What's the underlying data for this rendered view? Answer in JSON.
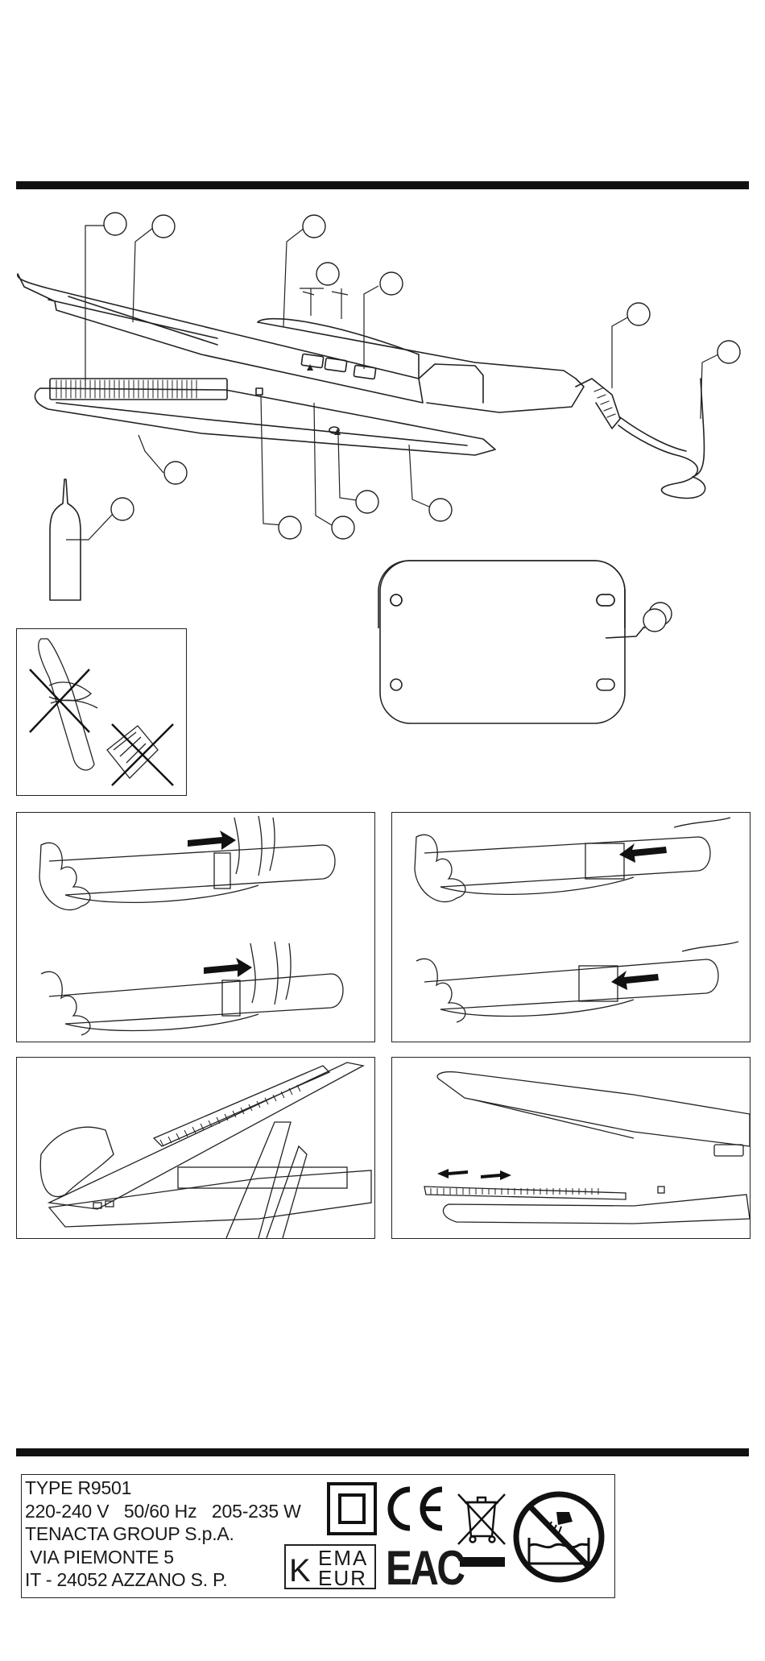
{
  "document": {
    "callout_count": 15,
    "warning_panel": {
      "icon": "crossed-out-cord-wrap-icon"
    },
    "step_panels": [
      {
        "id": "slide-comb-on",
        "icon": "hand-push-right-arrow-icon"
      },
      {
        "id": "slide-comb-off",
        "icon": "hand-push-left-arrow-icon"
      },
      {
        "id": "open-plates",
        "icon": "open-straightener-icon"
      },
      {
        "id": "detach-comb",
        "icon": "double-arrow-icon"
      }
    ]
  },
  "rating_label": {
    "lines": [
      "TYPE R9501",
      "220-240 V   50/60 Hz   205-235 W",
      "TENACTA GROUP S.p.A.",
      " VIA PIEMONTE 5",
      "IT - 24052 AZZANO S. P."
    ],
    "kema": {
      "letter": "K",
      "top": "EMA",
      "bottom": "EUR"
    },
    "eac": "EAC",
    "icons": [
      "double-insulation-icon",
      "ce-mark-icon",
      "weee-bin-icon",
      "no-water-bath-icon"
    ]
  }
}
